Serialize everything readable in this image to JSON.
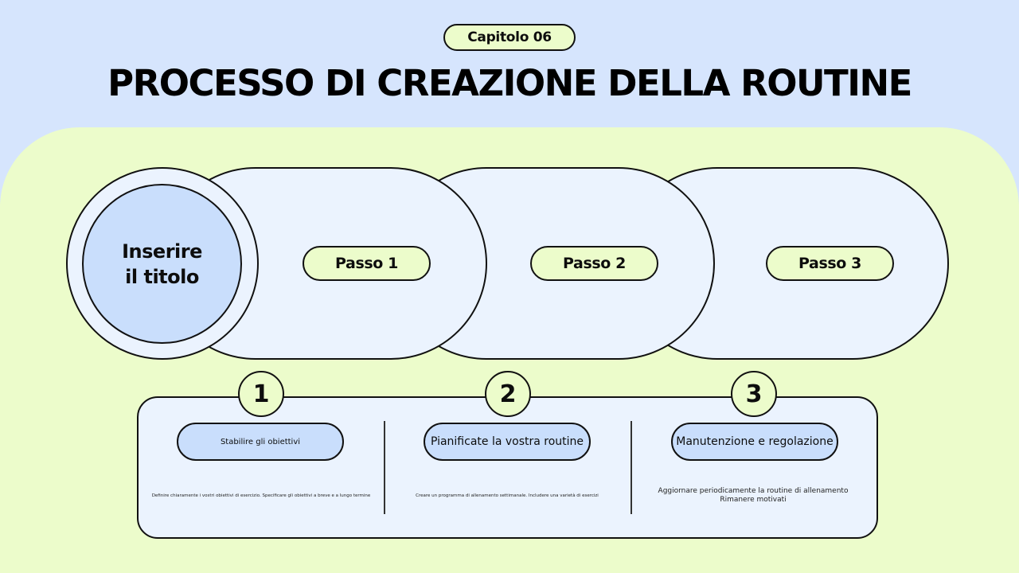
{
  "header": {
    "chapter": "Capitolo 06",
    "title": "PROCESSO DI CREAZIONE DELLA ROUTINE"
  },
  "flow": {
    "center_label": "Inserire il titolo",
    "steps": [
      "Passo 1",
      "Passo 2",
      "Passo 3"
    ]
  },
  "details": [
    {
      "number": "1",
      "title": "Stabilire gli obiettivi",
      "description": "Definire chiaramente i vostri obiettivi di esercizio. Specificare gli obiettivi a breve e a lungo termine"
    },
    {
      "number": "2",
      "title": "Pianificate la vostra routine",
      "description": "Creare un programma di allenamento settimanale. Includere una varietà di esercizi"
    },
    {
      "number": "3",
      "title": "Manutenzione e regolazione",
      "description": "Aggiornare periodicamente la routine di allenamento\nRimanere motivati"
    }
  ],
  "colors": {
    "background_blue": "#d6e5fd",
    "background_green": "#ecfccb",
    "pill_blue": "#c9defc",
    "capsule_fill": "#ebf3fe"
  }
}
